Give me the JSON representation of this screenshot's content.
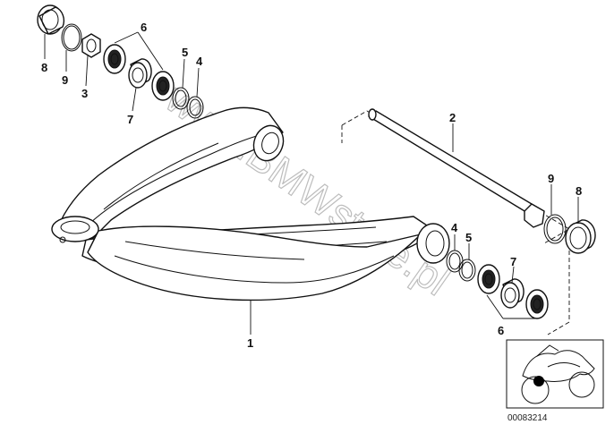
{
  "watermark": "www.BMWstore.pl",
  "document_number": "00083214",
  "callouts": [
    {
      "id": "c8a",
      "label": "8"
    },
    {
      "id": "c9a",
      "label": "9"
    },
    {
      "id": "c3",
      "label": "3"
    },
    {
      "id": "c6a",
      "label": "6"
    },
    {
      "id": "c7a",
      "label": "7"
    },
    {
      "id": "c5a",
      "label": "5"
    },
    {
      "id": "c4a",
      "label": "4"
    },
    {
      "id": "c2",
      "label": "2"
    },
    {
      "id": "c9b",
      "label": "9"
    },
    {
      "id": "c8b",
      "label": "8"
    },
    {
      "id": "c4b",
      "label": "4"
    },
    {
      "id": "c5b",
      "label": "5"
    },
    {
      "id": "c7b",
      "label": "7"
    },
    {
      "id": "c6b",
      "label": "6"
    },
    {
      "id": "c1",
      "label": "1"
    }
  ]
}
